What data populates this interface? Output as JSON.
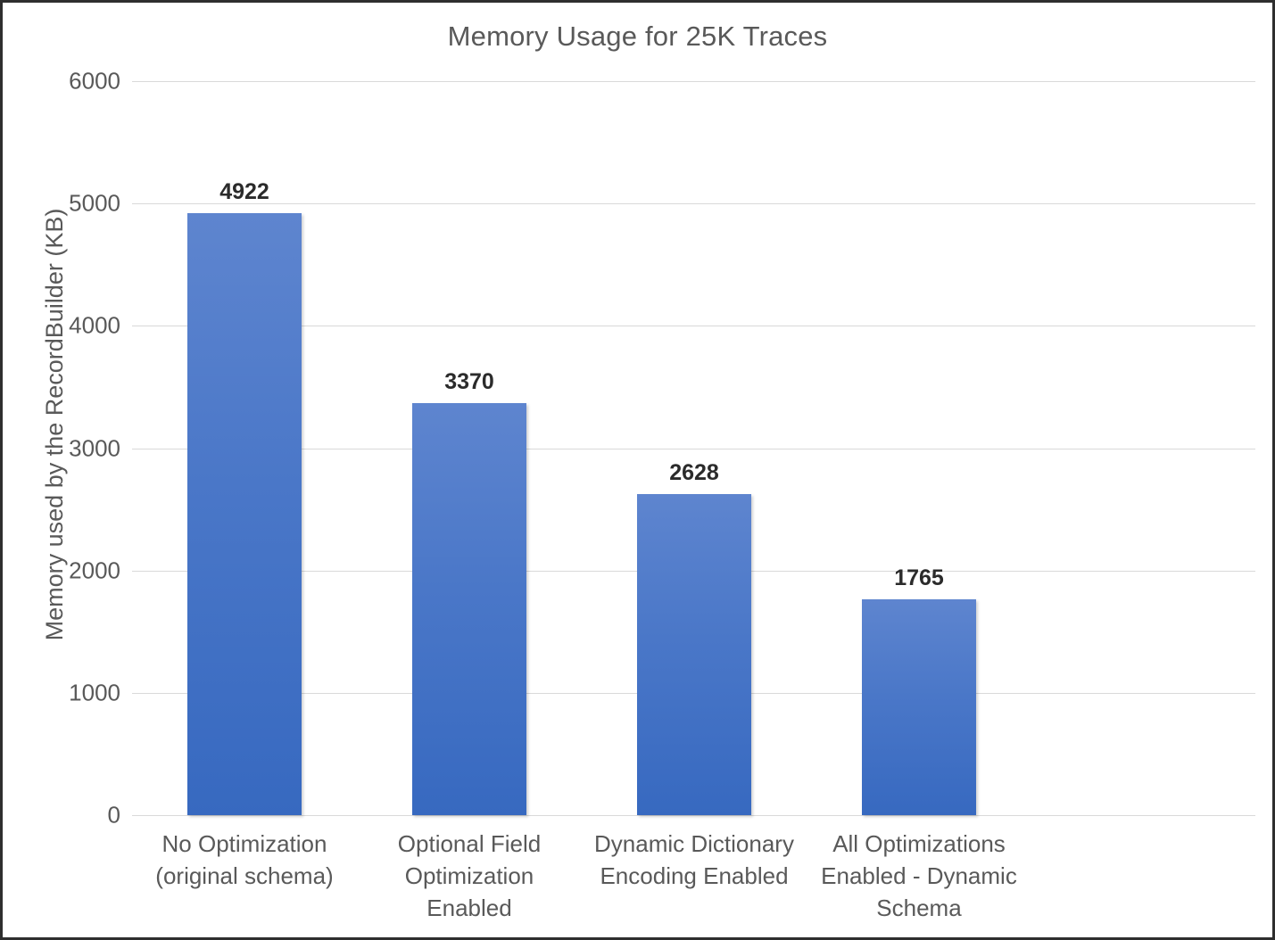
{
  "chart_data": {
    "type": "bar",
    "title": "Memory Usage for 25K Traces",
    "xlabel": "",
    "ylabel": "Memory used by the RecordBuilder (KB)",
    "ylim": [
      0,
      6000
    ],
    "yticks": [
      0,
      1000,
      2000,
      3000,
      4000,
      5000,
      6000
    ],
    "ytick_labels": [
      "0",
      "1000",
      "2000",
      "3000",
      "4000",
      "5000",
      "6000"
    ],
    "grid": "horizontal",
    "legend": "none",
    "categories": [
      "No Optimization (original schema)",
      "Optional Field Optimization Enabled",
      "Dynamic Dictionary Encoding Enabled",
      "All Optimizations Enabled - Dynamic Schema"
    ],
    "category_lines": [
      [
        "No Optimization",
        "(original schema)"
      ],
      [
        "Optional Field",
        "Optimization",
        "Enabled"
      ],
      [
        "Dynamic Dictionary",
        "Encoding Enabled"
      ],
      [
        "All Optimizations",
        "Enabled - Dynamic",
        "Schema"
      ]
    ],
    "values": [
      4922,
      3370,
      2628,
      1765
    ],
    "data_labels": [
      "4922",
      "3370",
      "2628",
      "1765"
    ],
    "colors": {
      "bar_top": "#5e85cf",
      "bar_bottom": "#3769c0",
      "gridline": "#d9d9d9",
      "text": "#595959",
      "data_label": "#2b2b2b",
      "frame": "#2e2e2e",
      "background": "#ffffff"
    }
  }
}
